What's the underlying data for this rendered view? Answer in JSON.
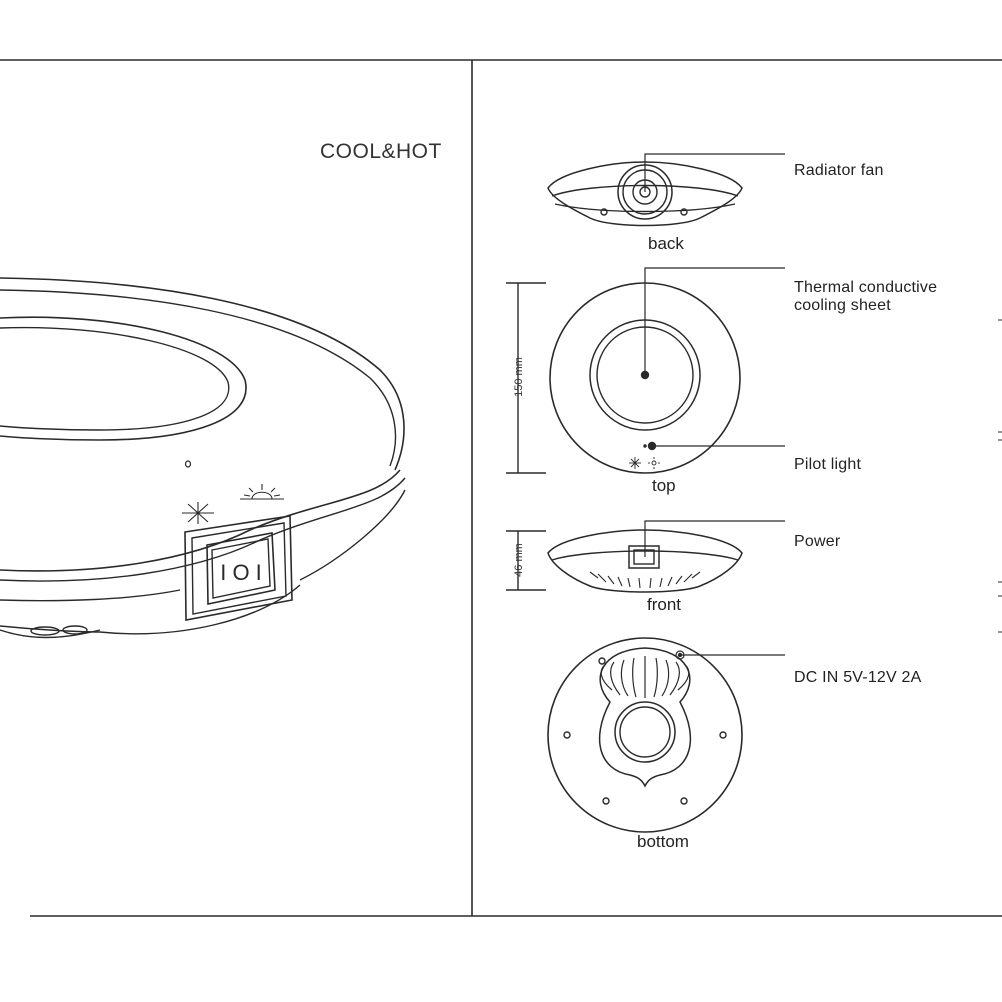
{
  "brand": {
    "title": "COOL&HOT"
  },
  "switch": {
    "symbol": "I O I"
  },
  "views": {
    "back": "back",
    "top": "top",
    "front": "front",
    "bottom": "bottom"
  },
  "callouts": {
    "radiator_fan": "Radiator fan",
    "thermal_sheet": "Thermal conductive\ncooling sheet",
    "pilot_light": "Pilot light",
    "power": "Power",
    "dc_in": "DC IN 5V-12V 2A"
  },
  "dimensions": {
    "diameter": "150 mm",
    "height": "46 mm"
  },
  "mode_icons": {
    "cool": "snowflake-icon",
    "hot": "sun-icon"
  },
  "colors": {
    "line": "#2a2a2a",
    "background": "#ffffff"
  }
}
